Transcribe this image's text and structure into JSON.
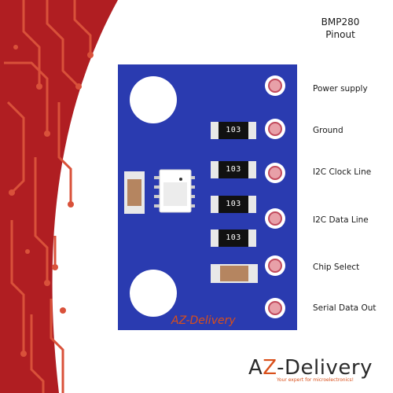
{
  "title": {
    "line1": "BMP280",
    "line2": "Pinout"
  },
  "pins": [
    {
      "label": "Power supply"
    },
    {
      "label": "Ground"
    },
    {
      "label": "I2C Clock Line"
    },
    {
      "label": "I2C Data Line"
    },
    {
      "label": "Chip Select"
    },
    {
      "label": "Serial Data Out"
    }
  ],
  "resistors": [
    {
      "code": "103"
    },
    {
      "code": "103"
    },
    {
      "code": "103"
    },
    {
      "code": "103"
    }
  ],
  "board_brand": "AZ-Delivery",
  "logo": {
    "a": "A",
    "z": "Z",
    "rest": "-Delivery",
    "tagline": "Your expert for microelectronics!"
  },
  "colors": {
    "board": "#2a3bb0",
    "pcb_red": "#b01e22",
    "trace": "#d9513a",
    "accent": "#d94f1a",
    "pad": "#e8a0a8"
  }
}
